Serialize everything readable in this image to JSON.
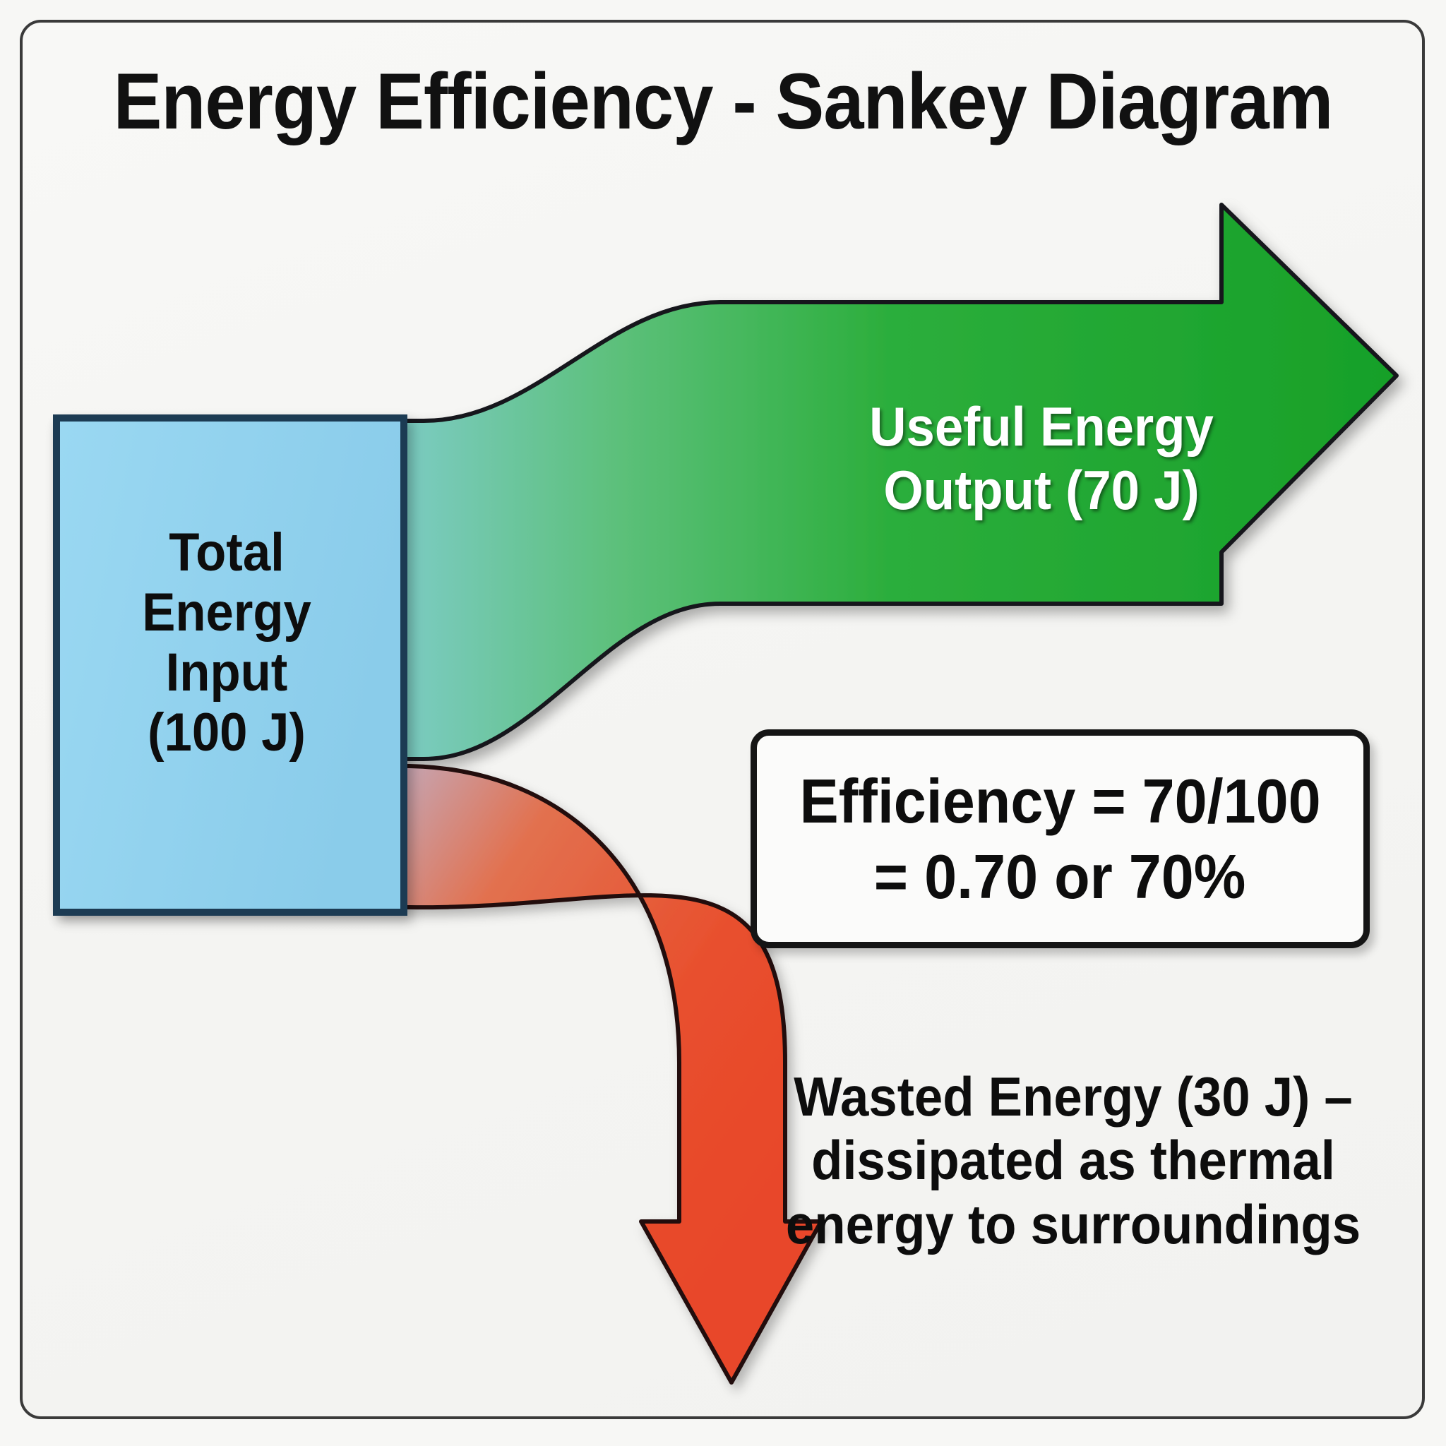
{
  "page": {
    "title": "Energy Efficiency - Sankey Diagram",
    "background_color": "#f7f7f5",
    "frame_border_color": "#3a3a3a"
  },
  "chart_data": {
    "type": "sankey",
    "title": "Energy Efficiency - Sankey Diagram",
    "units": "J",
    "total_input": 100,
    "nodes": [
      {
        "id": "input",
        "label": "Total Energy Input (100 J)",
        "value": 100,
        "color": "#8dd0ef"
      },
      {
        "id": "useful",
        "label": "Useful Energy Output (70 J)",
        "value": 70,
        "color": "#22a02c"
      },
      {
        "id": "wasted",
        "label": "Wasted Energy (30 J)",
        "value": 30,
        "color": "#e8472a"
      }
    ],
    "links": [
      {
        "source": "input",
        "target": "useful",
        "value": 70,
        "share_pct": 70
      },
      {
        "source": "input",
        "target": "wasted",
        "value": 30,
        "share_pct": 30
      }
    ],
    "efficiency": {
      "numerator": 70,
      "denominator": 100,
      "ratio": 0.7,
      "percent": 70
    },
    "annotations": [
      "Efficiency = 70/100",
      "= 0.70 or 70%",
      "Wasted Energy (30 J) – dissipated as thermal energy to surroundings"
    ]
  },
  "input_node": {
    "label_lines": "Total\nEnergy\nInput\n(100 J)",
    "fill_color": "#8dd0ef",
    "border_color": "#1f3a52"
  },
  "useful_flow": {
    "label_lines": "Useful Energy\nOutput (70 J)",
    "fill_color": "#22a02c",
    "gradient_from": "#9ad6f0",
    "gradient_to": "#18a32a"
  },
  "wasted_flow": {
    "label_lines": "Wasted Energy (30 J) –\ndissipated as thermal\nenergy to surroundings",
    "fill_color": "#e8472a",
    "gradient_from": "#9ad6f0",
    "gradient_to": "#e8472a"
  },
  "efficiency_callout": {
    "line1": "Efficiency = 70/100",
    "line2": "= 0.70 or 70%",
    "fill_color": "#fbfbfa",
    "border_color": "#151515"
  }
}
